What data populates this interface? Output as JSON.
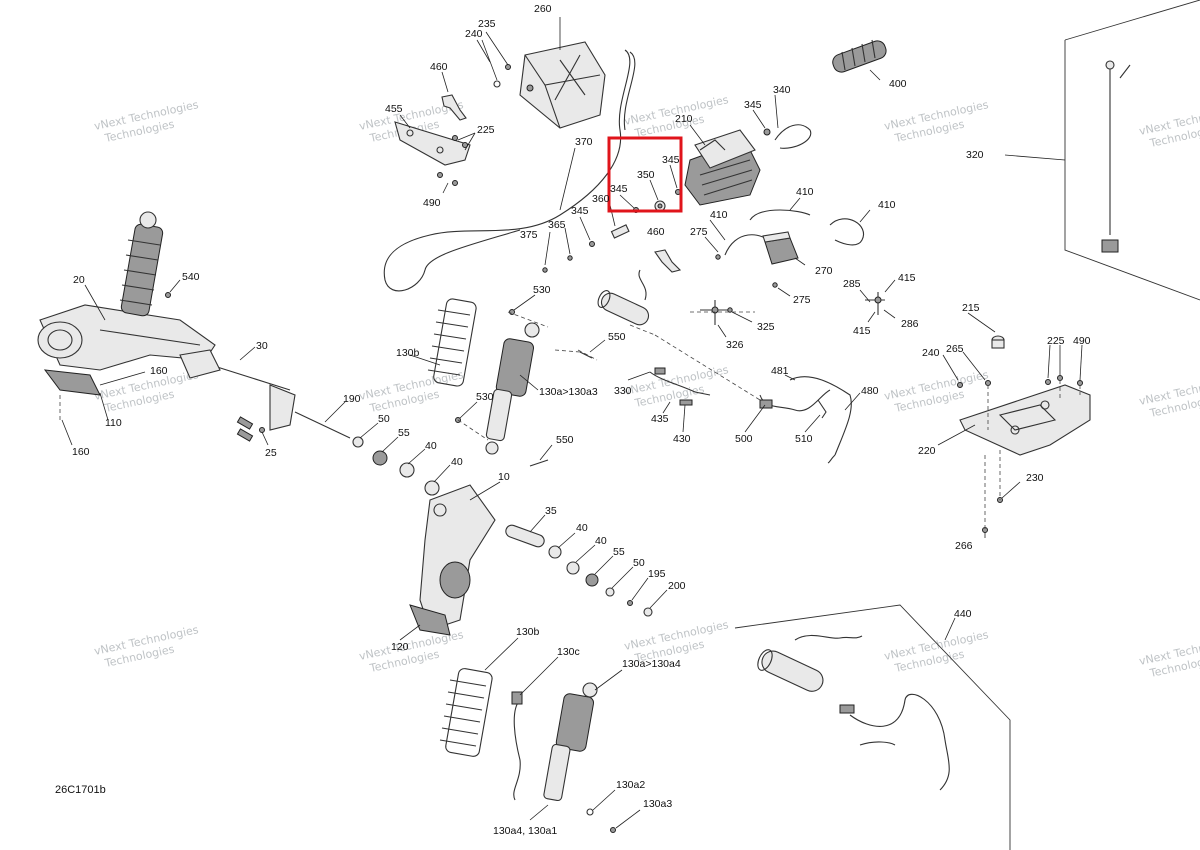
{
  "diagram": {
    "document_code": "26C1701b",
    "watermark_text": [
      "vNext Technologies",
      "Technologies"
    ],
    "highlight_color": "#e0141b",
    "callouts": {
      "c235": "235",
      "c260": "260",
      "c240a": "240",
      "c460a": "460",
      "c455": "455",
      "c225a": "225",
      "c490a": "490",
      "c370": "370",
      "c210": "210",
      "c345a": "345",
      "c340": "340",
      "c400": "400",
      "c350": "350",
      "c345b": "345",
      "c345c": "345",
      "c360": "360",
      "c345d": "345",
      "c320": "320",
      "c410a": "410",
      "c410b": "410",
      "c410c": "410",
      "c375": "375",
      "c365": "365",
      "c460b": "460",
      "c275a": "275",
      "c270": "270",
      "c275b": "275",
      "c285": "285",
      "c415a": "415",
      "c415b": "415",
      "c286": "286",
      "c325": "325",
      "c326": "326",
      "c20": "20",
      "c540": "540",
      "c530a": "530",
      "c550a": "550",
      "c215": "215",
      "c240b": "240",
      "c265": "265",
      "c225b": "225",
      "c490b": "490",
      "c130b": "130b",
      "c130a": "130a>130a3",
      "c30": "30",
      "c160a": "160",
      "c110": "110",
      "c160b": "160",
      "c481": "481",
      "c480": "480",
      "c330": "330",
      "c435": "435",
      "c430": "430",
      "c500": "500",
      "c510": "510",
      "c220": "220",
      "c190": "190",
      "c530b": "530",
      "c50a": "50",
      "c55a": "55",
      "c40a": "40",
      "c40b": "40",
      "c25": "25",
      "c550b": "550",
      "c10": "10",
      "c230": "230",
      "c266": "266",
      "c35": "35",
      "c40c": "40",
      "c40d": "40",
      "c55b": "55",
      "c50b": "50",
      "c195": "195",
      "c200": "200",
      "c440": "440",
      "c120": "120",
      "c130b2": "130b",
      "c130c": "130c",
      "c130a4": "130a>130a4",
      "c130a2": "130a2",
      "c130a3": "130a3",
      "c130a4a1": "130a4, 130a1"
    }
  }
}
